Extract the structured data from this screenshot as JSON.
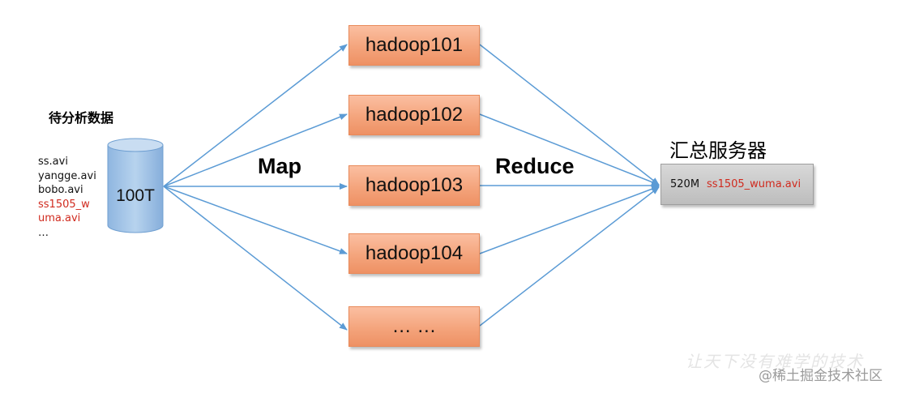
{
  "source": {
    "title": "待分析数据",
    "files": [
      "ss.avi",
      "yangge.avi",
      "bobo.avi",
      "ss1505_w",
      "uma.avi",
      "…"
    ],
    "storage_label": "100T"
  },
  "phases": {
    "map_label": "Map",
    "reduce_label": "Reduce"
  },
  "nodes": [
    "hadoop101",
    "hadoop102",
    "hadoop103",
    "hadoop104",
    "… …"
  ],
  "server": {
    "title": "汇总服务器",
    "size": "520M",
    "filename": "ss1505_wuma.avi"
  },
  "watermark": {
    "slogan": "让天下没有难学的技术",
    "text": "@稀土掘金技术社区"
  },
  "colors": {
    "arrow": "#5b9bd5",
    "node_fill": "#f4a47c",
    "highlight_text": "#d02a1e",
    "server_fill": "#c8c8c8",
    "cylinder_fill": "#9dc3e6"
  }
}
